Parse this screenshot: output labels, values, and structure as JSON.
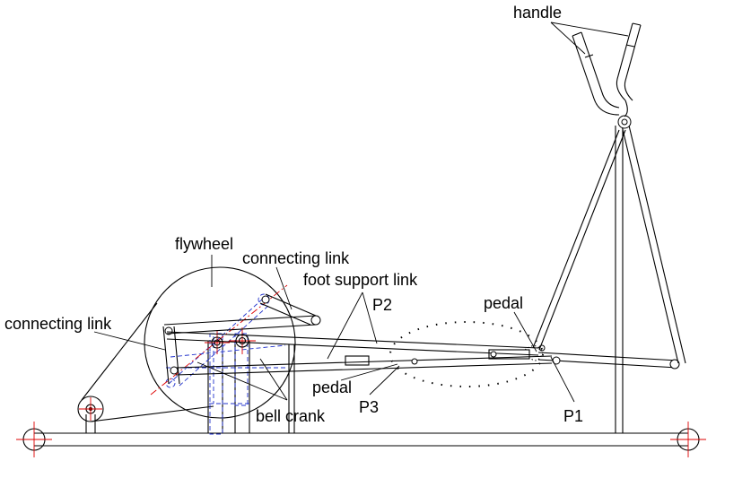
{
  "labels": {
    "handle": "handle",
    "flywheel": "flywheel",
    "connecting_link_top": "connecting link",
    "foot_support_link": "foot support link",
    "connecting_link_left": "connecting link",
    "p2": "P2",
    "pedal_right": "pedal",
    "pedal_left": "pedal",
    "p3": "P3",
    "bell_crank": "bell crank",
    "p1": "P1"
  }
}
